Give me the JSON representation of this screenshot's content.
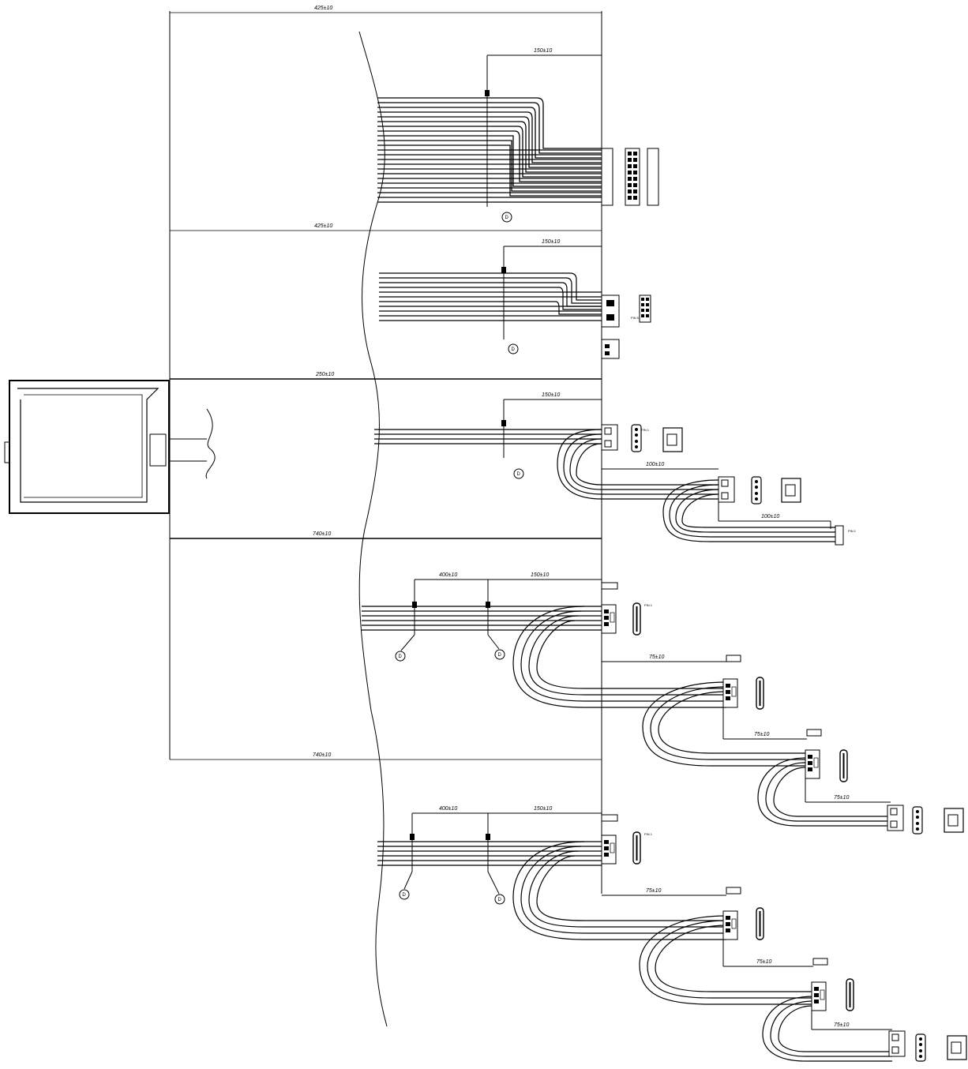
{
  "drawing": {
    "harnesses": [
      {
        "id": "main-atx",
        "length": "425±10",
        "breakout": "150±10",
        "marker": "D"
      },
      {
        "id": "cpu-eps",
        "length": "425±10",
        "breakout": "150±10",
        "marker": "D"
      },
      {
        "id": "molex-chain",
        "length": "250±10",
        "breakout": "150±10",
        "mid1": "100±10",
        "mid2": "100±10",
        "marker": "D"
      },
      {
        "id": "sata-chain-a",
        "length": "740±10",
        "split": "400±10",
        "breakout": "150±10",
        "step1": "75±10",
        "step2": "75±10",
        "step3": "75±10",
        "marker": "D"
      },
      {
        "id": "sata-chain-b",
        "length": "740±10",
        "split": "400±10",
        "breakout": "150±10",
        "step1": "75±10",
        "step2": "75±10",
        "step3": "75±10",
        "marker": "D"
      }
    ],
    "pin_labels": {
      "p1": "PIN 1",
      "p4": "PIN 4",
      "p5": "PIN 5",
      "p10": "PIN 10"
    }
  }
}
